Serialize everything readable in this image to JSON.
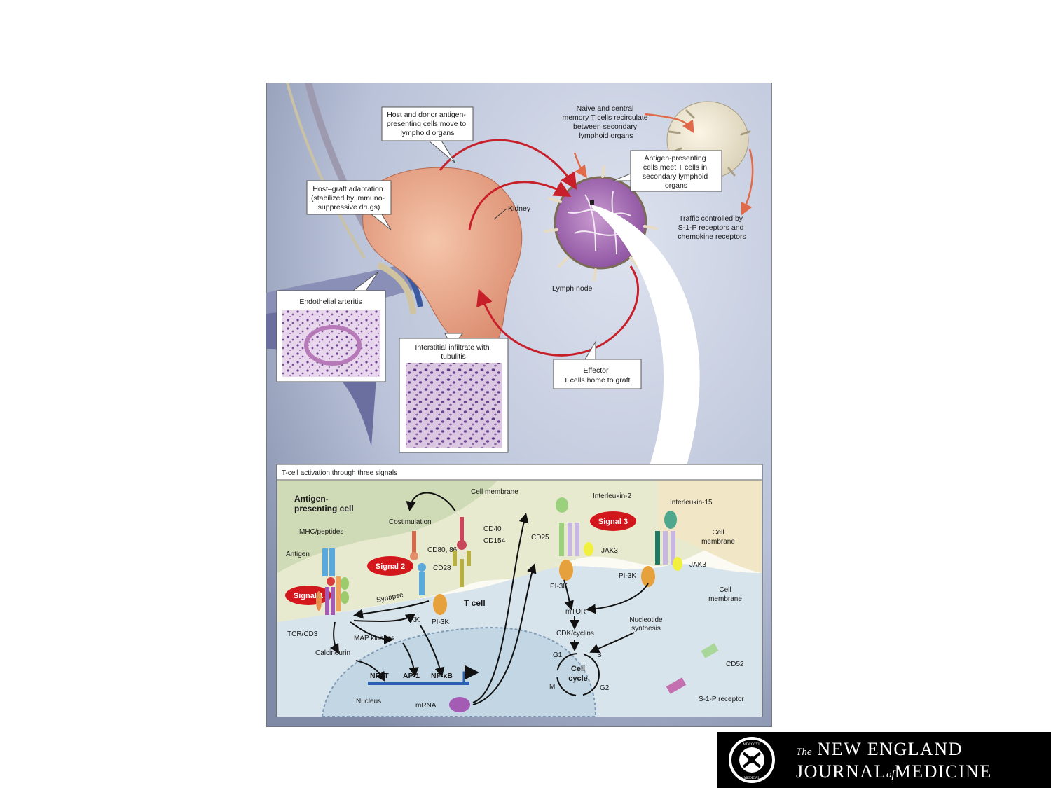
{
  "figure": {
    "callouts": {
      "host_donor_apc": [
        "Host and donor antigen-",
        "presenting cells move to",
        "lymphoid organs"
      ],
      "naive_tcells": [
        "Naive and central",
        "memory T cells recirculate",
        "between secondary",
        "lymphoid organs"
      ],
      "apc_meet_tcells": [
        "Antigen-presenting",
        "cells meet T cells in",
        "secondary lymphoid",
        "organs"
      ],
      "host_graft": [
        "Host–graft adaptation",
        "(stabilized by immuno-",
        "suppressive drugs)"
      ],
      "traffic": [
        "Traffic controlled by",
        "S-1-P receptors and",
        "chemokine receptors"
      ],
      "endothelial": "Endothelial arteritis",
      "interstitial": [
        "Interstitial infiltrate with",
        "tubulitis"
      ],
      "effector": [
        "Effector",
        "T cells home to graft"
      ]
    },
    "labels": {
      "kidney": "Kidney",
      "lymph_node": "Lymph node"
    },
    "signals_panel": {
      "title": "T-cell activation through three signals",
      "apc_label": [
        "Antigen-",
        "presenting cell"
      ],
      "cell_membrane_top": "Cell membrane",
      "costimulation": "Costimulation",
      "interleukin2": "Interleukin-2",
      "interleukin15": "Interleukin-15",
      "signal1": "Signal 1",
      "signal2": "Signal 2",
      "signal3": "Signal 3",
      "mhc_peptides": "MHC/peptides",
      "antigen": "Antigen",
      "cd80_86": "CD80, 86",
      "cd28": "CD28",
      "cd40": "CD40",
      "cd154": "CD154",
      "cd25": "CD25",
      "jak3_a": "JAK3",
      "jak3_b": "JAK3",
      "pi3k_a": "PI-3K",
      "pi3k_b": "PI-3K",
      "pi3k_c": "PI-3K",
      "cell_membrane_right": [
        "Cell",
        "membrane"
      ],
      "cell_membrane_right2": [
        "Cell",
        "membrane"
      ],
      "synapse": "Synapse",
      "t_cell": "T cell",
      "ikk": "IKK",
      "tcr_cd3": "TCR/CD3",
      "map_kinases": "MAP kinases",
      "calcineurin": "Calcineurin",
      "mtor": "mTOR",
      "nucleotide_synthesis": [
        "Nucleotide",
        "synthesis"
      ],
      "cdk_cyclins": "CDK/cyclins",
      "nfat": "NFAT",
      "ap1": "AP-1",
      "nfkb": "NF-κB",
      "nucleus": "Nucleus",
      "mrna": "mRNA",
      "cell_cycle": [
        "Cell",
        "cycle"
      ],
      "g1": "G1",
      "s": "S",
      "g2": "G2",
      "m": "M",
      "cd52": "CD52",
      "s1p_receptor": "S-1-P receptor"
    }
  },
  "logo": {
    "line1_small": "The",
    "line1": "NEW ENGLAND",
    "line2_a": "JOURNAL",
    "line2_small": "of",
    "line2_b": "MEDICINE",
    "seal_top": "MDCCCXII",
    "seal_bottom": "MEDICAL"
  },
  "colors": {
    "figure_bg": "#b9c2d8",
    "kidney": "#e9a887",
    "lymph_node": "#a76fb3",
    "arrow_red": "#c8202a",
    "signal_badge": "#d2181d",
    "panel_bg": "#eef1e2",
    "tcell_body": "#d8e4ec"
  }
}
